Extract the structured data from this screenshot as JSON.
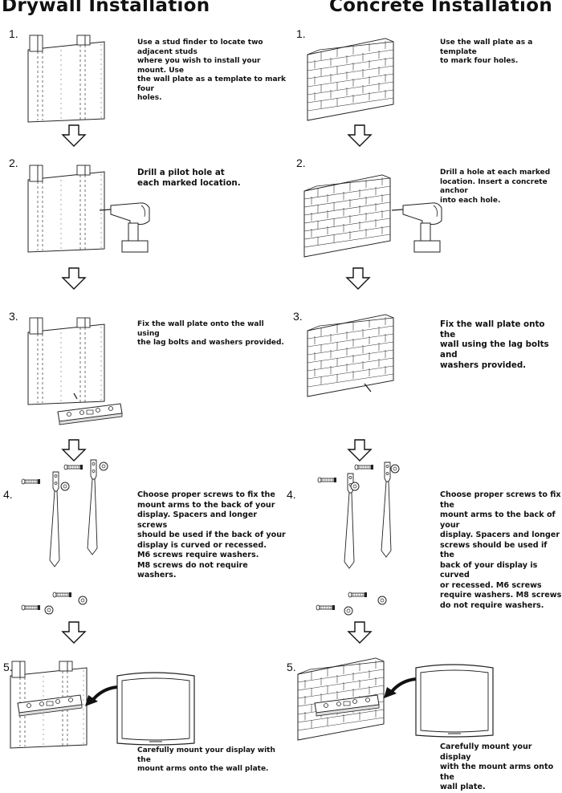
{
  "drywall": {
    "title": "Drywall Installation",
    "steps": [
      {
        "number": "1.",
        "text": "Use a stud finder to locate two adjacent studs\nwhere you wish to install your mount. Use\nthe wall plate as a template to mark four\nholes."
      },
      {
        "number": "2.",
        "text": "Drill a pilot hole at\neach marked location."
      },
      {
        "number": "3.",
        "text": "Fix the wall plate onto the wall using\nthe lag bolts and washers provided."
      },
      {
        "number": "4.",
        "text": "Choose proper screws to fix the\nmount arms to the back of your\ndisplay. Spacers and longer screws\nshould be used if the back of your\ndisplay is curved or recessed.\n M6 screws require washers.\n M8 screws do not require washers."
      },
      {
        "number": "5.",
        "text": "Carefully mount your display with the\nmount arms onto the wall plate."
      }
    ]
  },
  "concrete": {
    "title": "Concrete Installation",
    "steps": [
      {
        "number": "1.",
        "text": "Use the wall plate as a template\nto mark four holes."
      },
      {
        "number": "2.",
        "text": "Drill a hole at each marked\nlocation. Insert a concrete anchor\ninto each hole."
      },
      {
        "number": "3.",
        "text": "Fix the wall plate onto the\nwall using the lag bolts and\nwashers provided."
      },
      {
        "number": "4.",
        "text": "Choose proper screws to fix the\nmount arms to the back of your\ndisplay. Spacers and longer\nscrews should be used if the\nback of your display is curved\nor recessed. M6 screws\nrequire  washers. M8  screws\ndo not require washers."
      },
      {
        "number": "5.",
        "text": "Carefully mount your display\nwith the mount arms onto the\nwall plate."
      }
    ]
  },
  "colors": {
    "ink": "#111111",
    "line": "#222222",
    "paper": "#ffffff"
  },
  "icons": [
    "drywall-panel-icon",
    "brick-wall-icon",
    "cordless-drill-icon",
    "down-arrow-icon",
    "wall-plate-icon",
    "mount-arm-icon",
    "screw-icon",
    "washer-icon",
    "tv-display-icon",
    "curved-arrow-icon"
  ]
}
